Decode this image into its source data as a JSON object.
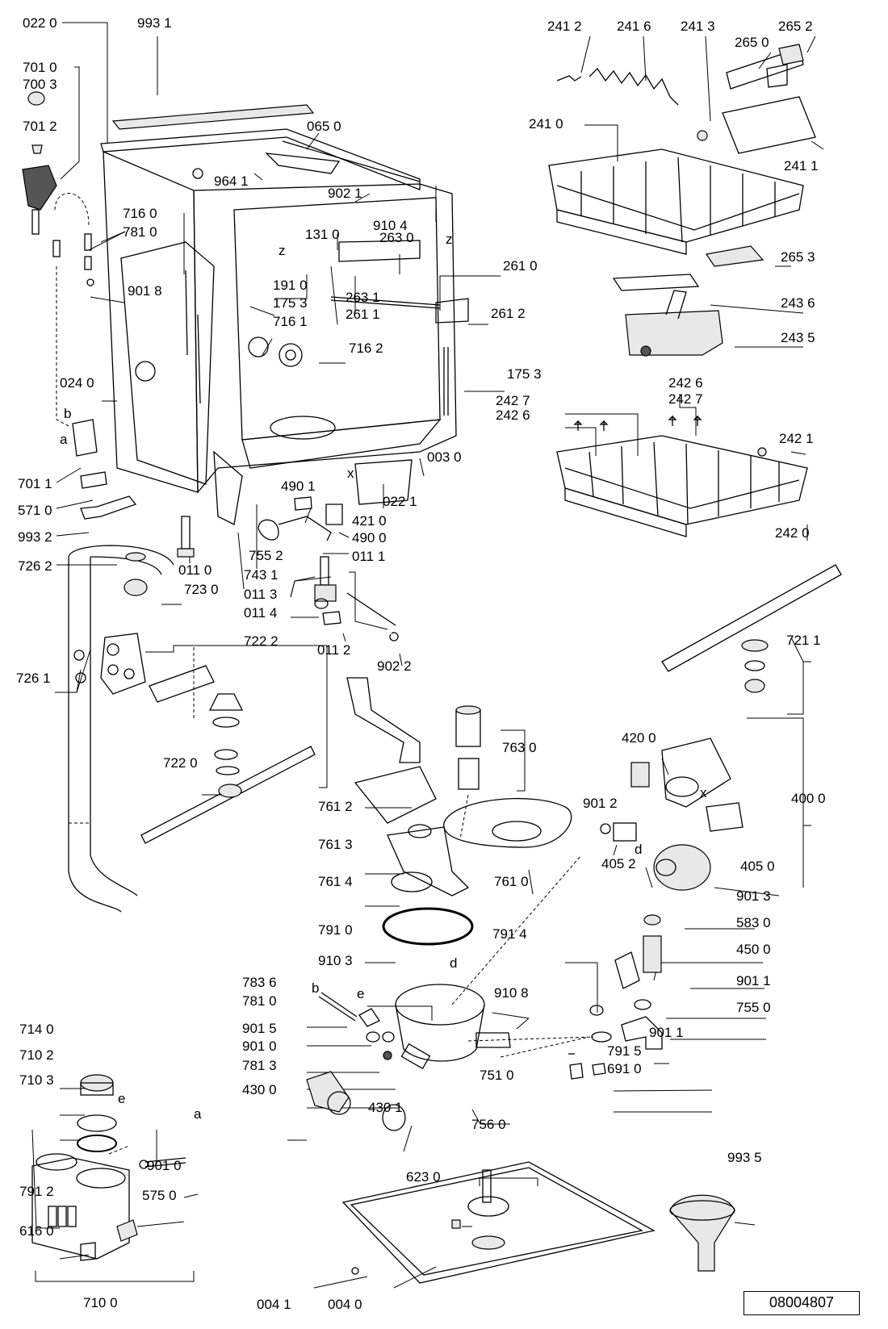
{
  "document_number": "08004807",
  "labels": {
    "l0220": "022 0",
    "l9931": "993 1",
    "l7010": "701 0",
    "l7003": "700 3",
    "l7012": "701 2",
    "l0650": "065 0",
    "l9641": "964 1",
    "l9021": "902 1",
    "l9104": "910 4",
    "l7160": "716 0",
    "l7810a": "781 0",
    "l1310": "131 0",
    "l2630": "263 0",
    "l9018": "901 8",
    "l1910": "191 0",
    "l1753a": "175 3",
    "l2610": "261 0",
    "l2631": "263 1",
    "l2611": "261 1",
    "l2612": "261 2",
    "l7161": "716 1",
    "l7162": "716 2",
    "l1753b": "175 3",
    "l0240": "024 0",
    "l0030": "003 0",
    "l7011": "701 1",
    "l5710": "571 0",
    "l0221": "022 1",
    "l9932": "993 2",
    "l4901": "490 1",
    "l4210": "421 0",
    "l4900": "490 0",
    "l7262": "726 2",
    "l0110": "011 0",
    "l7552": "755 2",
    "l7431": "743 1",
    "l0111": "011 1",
    "l0113": "011 3",
    "l7230": "723 0",
    "l0114": "011 4",
    "l0112": "011 2",
    "l9022": "902 2",
    "l7222": "722 2",
    "l7261": "726 1",
    "l7220": "722 0",
    "l2412": "241 2",
    "l2416": "241 6",
    "l2413": "241 3",
    "l2652": "265 2",
    "l2650": "265 0",
    "l2410": "241 0",
    "l2411": "241 1",
    "l2653": "265 3",
    "l2436": "243 6",
    "l2435": "243 5",
    "l2426a": "242 6",
    "l2427a": "242 7",
    "l2427b": "242 7",
    "l2426b": "242 6",
    "l2421": "242 1",
    "l2420": "242 0",
    "l7211": "721 1",
    "l4200": "420 0",
    "l7630": "763 0",
    "l4000": "400 0",
    "l7612": "761 2",
    "l9012": "901 2",
    "l7613": "761 3",
    "l4052": "405 2",
    "l4050": "405 0",
    "l7614": "761 4",
    "l7610": "761 0",
    "l9013": "901 3",
    "l5830": "583 0",
    "l7910": "791 0",
    "l7914": "791 4",
    "l4500": "450 0",
    "l9103": "910 3",
    "l9108": "910 8",
    "l7836": "783 6",
    "l7810b": "781 0",
    "l9011a": "901 1",
    "l7550": "755 0",
    "l7140": "714 0",
    "l9015": "901 5",
    "l9010a": "901 0",
    "l9011b": "901 1",
    "l7102": "710 2",
    "l7813": "781 3",
    "l7915": "791 5",
    "l7103": "710 3",
    "l7510": "751 0",
    "l6910": "691 0",
    "l4300": "430 0",
    "l4301": "430 1",
    "l7560": "756 0",
    "l9010b": "901 0",
    "l9935": "993 5",
    "l7912": "791 2",
    "l5750": "575 0",
    "l6230": "623 0",
    "l6160": "616 0",
    "l7100": "710 0",
    "l0041": "004 1",
    "l0040": "004 0"
  },
  "connector_letters": {
    "z1": "z",
    "z2": "z",
    "x1": "x",
    "x2": "x",
    "b1": "b",
    "a1": "a",
    "d1": "d",
    "d2": "d",
    "b2": "b",
    "e1": "e",
    "e2": "e",
    "a2": "a"
  }
}
